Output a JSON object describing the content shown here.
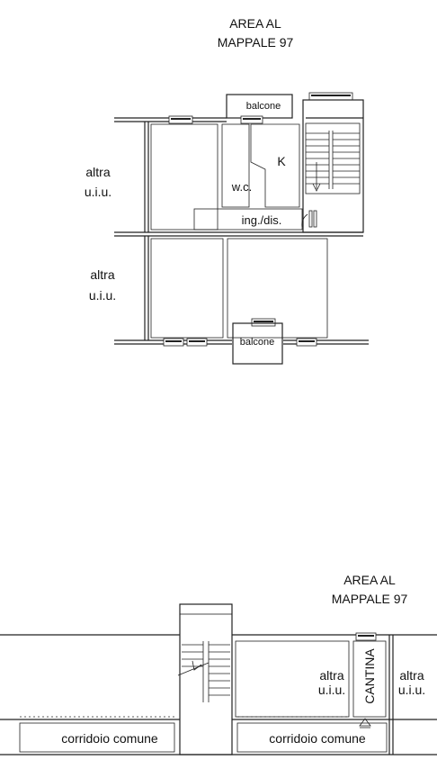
{
  "top_plan": {
    "area_title_line1": "AREA AL",
    "area_title_line2": "MAPPALE 97",
    "balcony_top": "balcone",
    "kitchen": "K",
    "wc": "w.c.",
    "entrance": "ing./dis.",
    "other_unit_upper_line1": "altra",
    "other_unit_upper_line2": "u.i.u.",
    "other_unit_lower_line1": "altra",
    "other_unit_lower_line2": "u.i.u.",
    "balcony_bottom": "balcone"
  },
  "bottom_plan": {
    "area_title_line1": "AREA AL",
    "area_title_line2": "MAPPALE 97",
    "other_unit_left_line1": "altra",
    "other_unit_left_line2": "u.i.u.",
    "cellar": "CANTINA",
    "other_unit_right_line1": "altra",
    "other_unit_right_line2": "u.i.u.",
    "corridor_left": "corridoio comune",
    "corridor_right": "corridoio comune"
  },
  "colors": {
    "line": "#222222",
    "background": "#ffffff"
  }
}
